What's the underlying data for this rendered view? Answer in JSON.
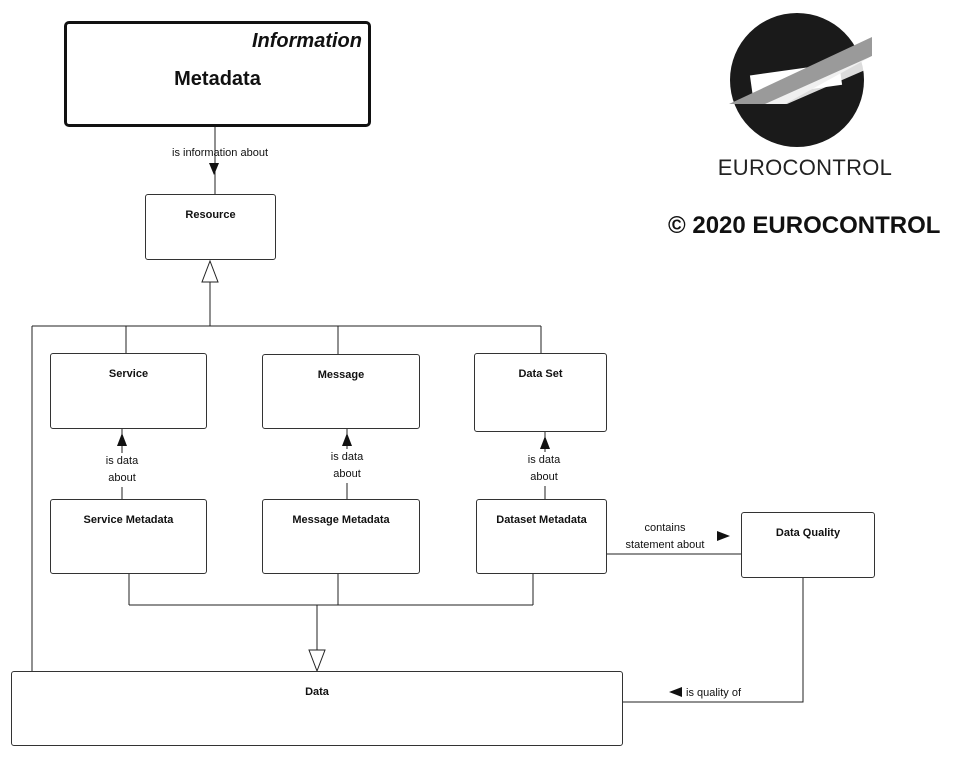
{
  "information_box": {
    "stereotype": "Information",
    "name": "Metadata"
  },
  "classes": {
    "resource": "Resource",
    "service": "Service",
    "message": "Message",
    "data_set": "Data Set",
    "service_metadata": "Service Metadata",
    "message_metadata": "Message Metadata",
    "dataset_metadata": "Dataset Metadata",
    "data_quality": "Data Quality",
    "data": "Data"
  },
  "associations": {
    "is_information_about": "is information about",
    "is_data_about_line1": "is data",
    "is_data_about_line2": "about",
    "contains_line1": "contains",
    "contains_line2": "statement about",
    "is_quality_of": "is quality of"
  },
  "logo": {
    "text": "EUROCONTROL"
  },
  "copyright": "© 2020 EUROCONTROL"
}
